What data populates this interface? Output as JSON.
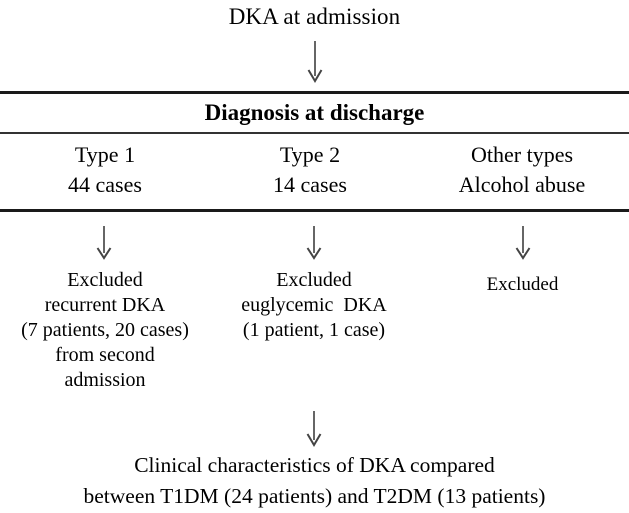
{
  "diagram": {
    "title": "DKA at admission",
    "table": {
      "header": "Diagnosis at discharge",
      "columns": [
        {
          "name": "Type 1",
          "count": "44 cases"
        },
        {
          "name": "Type 2",
          "count": "14 cases"
        },
        {
          "name": "Other types",
          "count": "Alcohol abuse"
        }
      ]
    },
    "exclusions": [
      {
        "lines": [
          "Excluded",
          "recurrent DKA",
          "(7 patients, 20 cases)",
          "from second",
          "admission"
        ]
      },
      {
        "lines": [
          "Excluded",
          "euglycemic  DKA",
          "(1 patient, 1 case)"
        ]
      },
      {
        "lines": [
          "Excluded"
        ]
      }
    ],
    "conclusion": {
      "line1": "Clinical characteristics of DKA compared",
      "line2": "between T1DM (24 patients) and T2DM (13 patients)"
    },
    "colors": {
      "rule": "#1a1a1a",
      "text": "#000000",
      "arrow": "#555555",
      "background": "#ffffff"
    }
  }
}
